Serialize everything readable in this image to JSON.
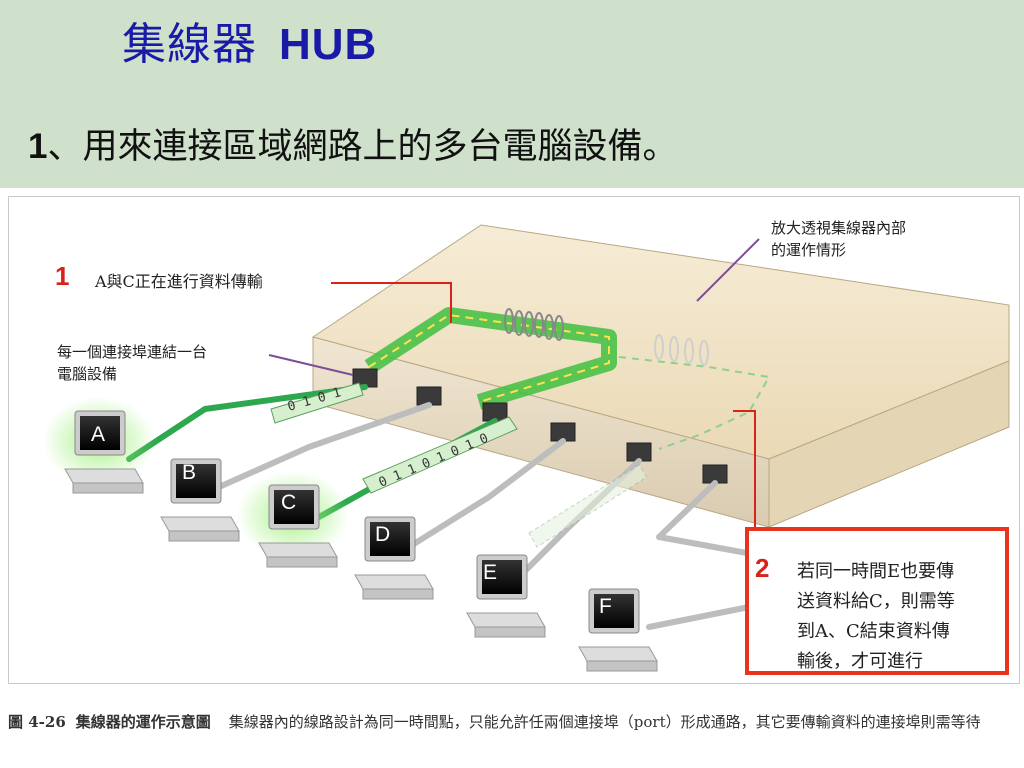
{
  "header": {
    "title_cn": "集線器",
    "title_en": "HUB",
    "point_num": "1",
    "point_text": "、用來連接區域網路上的多台電腦設備。"
  },
  "diagram": {
    "label_1_num": "1",
    "label_1_text": "A與C正在進行資料傳輸",
    "label_port": "每一個連接埠連結一台\n電腦設備",
    "label_inside": "放大透視集線器內部\n的運作情形",
    "pcs": [
      "A",
      "B",
      "C",
      "D",
      "E",
      "F"
    ],
    "note_num": "2",
    "note_lines": [
      "若同一時間E也要傳",
      "送資料給C，則需等",
      "到A、C結束資料傳",
      "輸後，才可進行"
    ],
    "colors": {
      "active": "#3fbf3f",
      "dashed": "#ffe14d",
      "highlight": "#e8341c",
      "accent": "#d8231b"
    }
  },
  "caption": {
    "fig_num": "圖 4-26",
    "fig_title": "集線器的運作示意圖",
    "fig_text": "集線器內的線路設計為同一時間點，只能允許任兩個連接埠（port）形成通路，其它要傳輸資料的連接埠則需等待"
  }
}
